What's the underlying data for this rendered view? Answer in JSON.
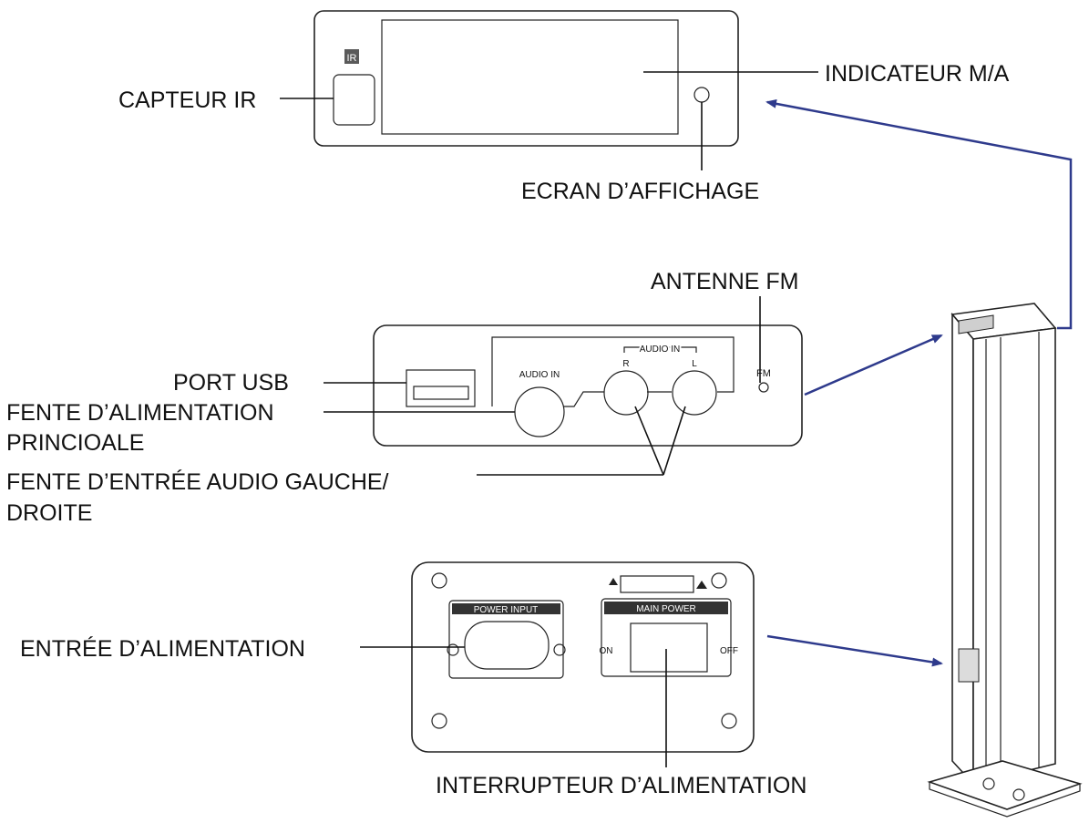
{
  "callouts": {
    "capteur_ir": "CAPTEUR IR",
    "indicateur_ma": "INDICATEUR M/A",
    "ecran_affichage": "ECRAN D’AFFICHAGE",
    "antenne_fm": "ANTENNE FM",
    "port_usb": "PORT USB",
    "fente_alim_1": "FENTE D’ALIMENTATION",
    "fente_alim_2": "PRINCIOALE",
    "fente_audio_1": "FENTE D’ENTRÉE AUDIO GAUCHE/",
    "fente_audio_2": "DROITE",
    "entree_alim": "ENTRÉE D’ALIMENTATION",
    "interrupteur": "INTERRUPTEUR D’ALIMENTATION"
  },
  "panel_labels": {
    "ir_badge": "IR",
    "audio_in": "AUDIO IN",
    "audio_in_group": "AUDIO IN",
    "channel_r": "R",
    "channel_l": "L",
    "fm": "FM",
    "power_input": "POWER INPUT",
    "main_power": "MAIN POWER",
    "on": "ON",
    "off": "OFF"
  },
  "colors": {
    "arrow": "#2e3a8c",
    "line": "#111111"
  }
}
